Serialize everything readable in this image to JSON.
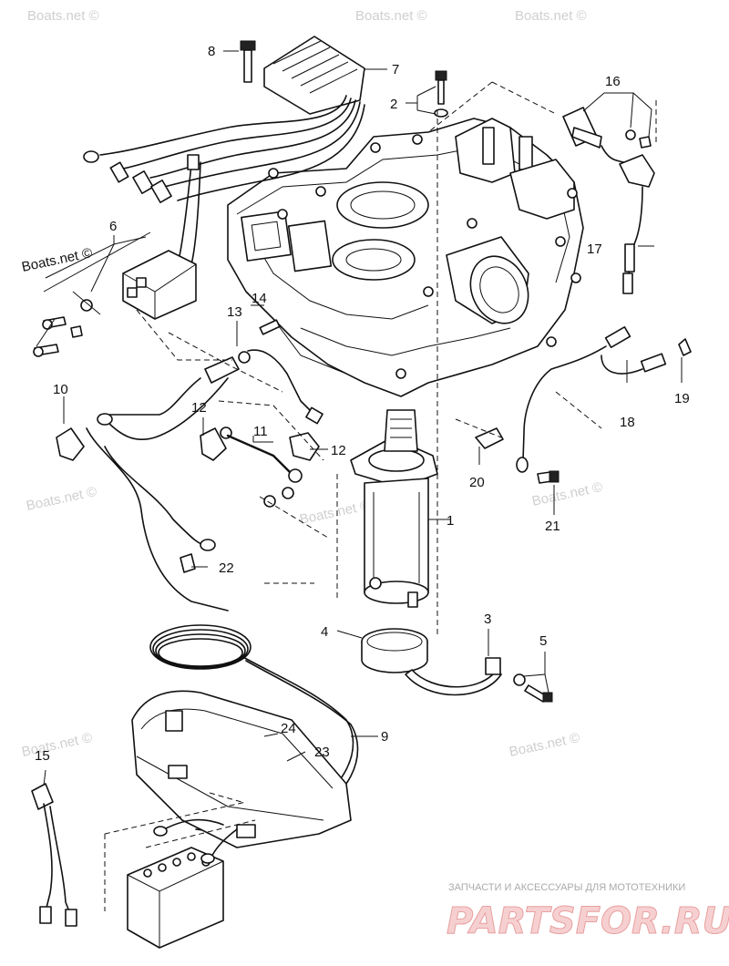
{
  "diagram": {
    "callouts": [
      "1",
      "2",
      "3",
      "4",
      "5",
      "6",
      "7",
      "8",
      "9",
      "10",
      "11",
      "12",
      "12",
      "13",
      "14",
      "15",
      "16",
      "17",
      "18",
      "19",
      "20",
      "21",
      "22",
      "23",
      "24"
    ],
    "watermarks": [
      "Boats.net ©",
      "Boats.net ©",
      "Boats.net ©",
      "Boats.net ©",
      "Boats.net ©",
      "Boats.net ©",
      "Boats.net ©",
      "Boats.net ©",
      "Boats.net ©"
    ],
    "brand": {
      "subtitle": "ЗАПЧАСТИ И АКСЕССУАРЫ ДЛЯ МОТОТЕХНИКИ",
      "name": "PARTSFOR.RU",
      "color": "#e8a0a0"
    }
  }
}
